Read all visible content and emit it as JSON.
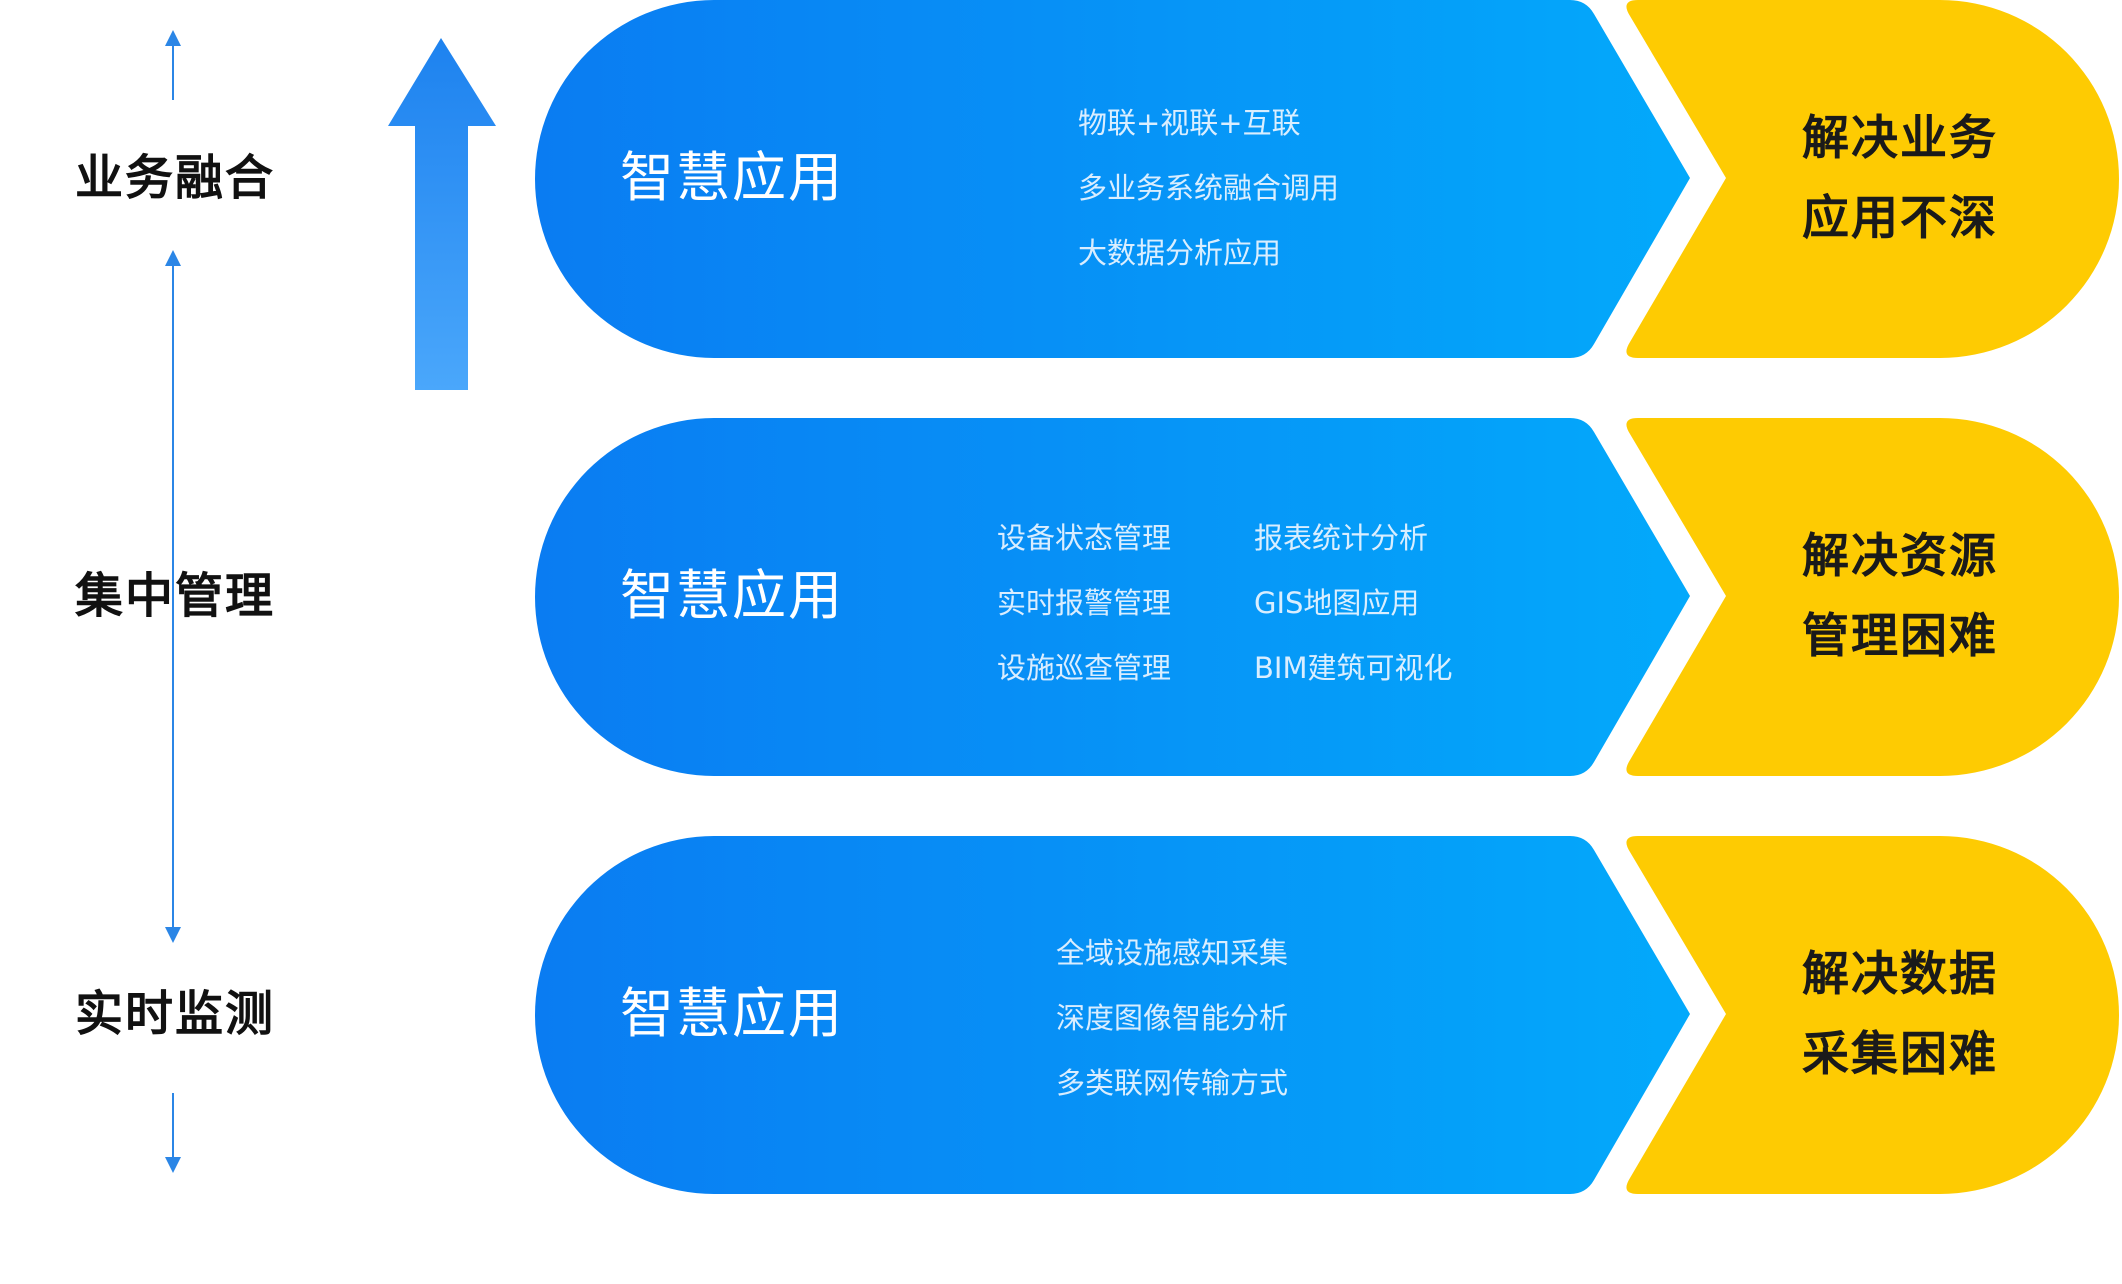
{
  "colors": {
    "blue_start": "#0a7cf2",
    "blue_end": "#03a9fb",
    "yellow": "#fecb02",
    "line_blue": "#2b86e6",
    "arrow_blue_top": "#1d82ef",
    "arrow_blue_bottom": "#4aa7fb"
  },
  "levels": [
    {
      "label": "业务融合"
    },
    {
      "label": "集中管理"
    },
    {
      "label": "实时监测"
    }
  ],
  "rows": [
    {
      "title": "智慧应用",
      "features": [
        "物联+视联+互联",
        "多业务系统融合调用",
        "大数据分析应用"
      ],
      "result_lines": [
        "解决业务",
        "应用不深"
      ]
    },
    {
      "title": "智慧应用",
      "features_left": [
        "设备状态管理",
        "实时报警管理",
        "设施巡查管理"
      ],
      "features_right": [
        "报表统计分析",
        "GIS地图应用",
        "BIM建筑可视化"
      ],
      "result_lines": [
        "解决资源",
        "管理困难"
      ]
    },
    {
      "title": "智慧应用",
      "features": [
        "全域设施感知采集",
        "深度图像智能分析",
        "多类联网传输方式"
      ],
      "result_lines": [
        "解决数据",
        "采集困难"
      ]
    }
  ]
}
